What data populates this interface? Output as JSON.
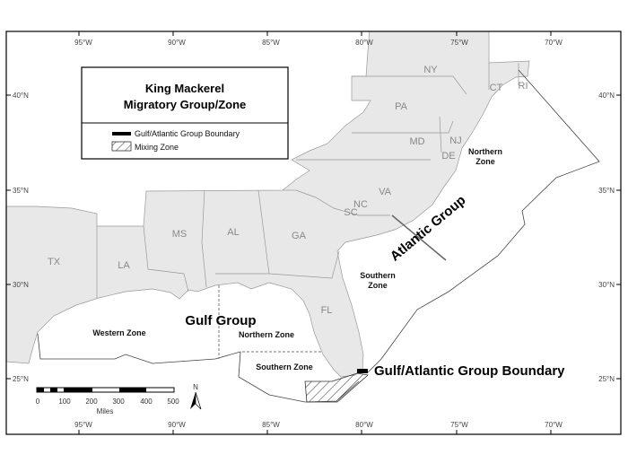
{
  "legend": {
    "title_line1": "King Mackerel",
    "title_line2": "Migratory Group/Zone",
    "items": [
      "Gulf/Atlantic Group Boundary",
      "Mixing Zone"
    ]
  },
  "lon_ticks": [
    "95°W",
    "90°W",
    "85°W",
    "80°W",
    "75°W",
    "70°W"
  ],
  "lat_ticks": [
    "40°N",
    "35°N",
    "30°N",
    "25°N"
  ],
  "states": [
    "NY",
    "PA",
    "CT",
    "RI",
    "MD",
    "NJ",
    "DE",
    "VA",
    "NC",
    "SC",
    "GA",
    "AL",
    "MS",
    "LA",
    "TX",
    "FL"
  ],
  "zones": {
    "atlantic_group": "Atlantic Group",
    "atlantic_northern": [
      "Northern",
      "Zone"
    ],
    "atlantic_southern": [
      "Southern",
      "Zone"
    ],
    "gulf_group": "Gulf Group",
    "gulf_western": "Western Zone",
    "gulf_northern": "Northern Zone",
    "gulf_southern": "Southern Zone",
    "boundary_label": "Gulf/Atlantic Group Boundary"
  },
  "scale": {
    "labels": [
      "0",
      "100",
      "200",
      "300",
      "400",
      "500"
    ],
    "unit": "Miles"
  },
  "north": "N",
  "colors": {
    "land": "#e8e8e8",
    "ocean": "#ffffff",
    "line": "#000000"
  }
}
